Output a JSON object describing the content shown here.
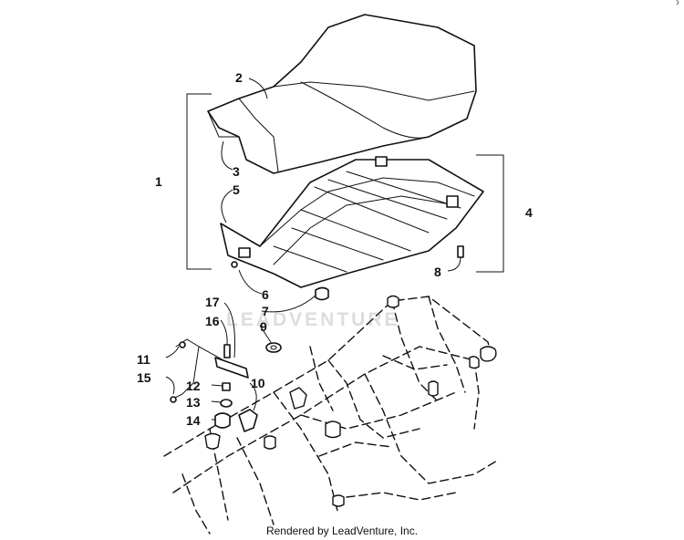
{
  "callouts": {
    "c1": "1",
    "c2": "2",
    "c3": "3",
    "c4": "4",
    "c5": "5",
    "c6": "6",
    "c7": "7",
    "c8": "8",
    "c9": "9",
    "c10": "10",
    "c11": "11",
    "c12": "12",
    "c13": "13",
    "c14": "14",
    "c15": "15",
    "c16": "16",
    "c17": "17"
  },
  "watermark": "LEADVENTURE",
  "footer": "Rendered by LeadVenture, Inc.",
  "corner_mark": "ˀ"
}
